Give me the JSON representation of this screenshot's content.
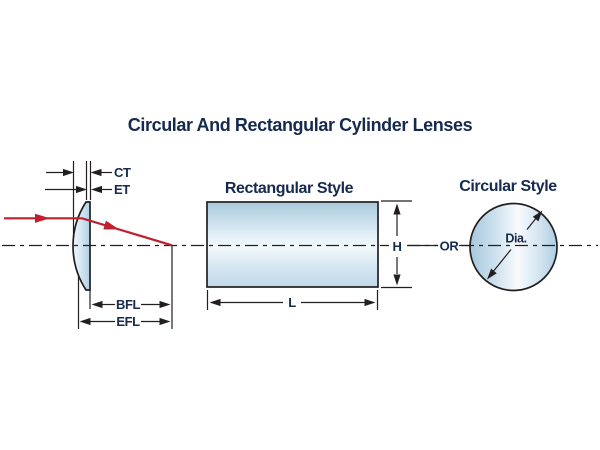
{
  "title": "Circular And Rectangular Cylinder Lenses",
  "colors": {
    "text_navy": "#152a4e",
    "line_black": "#231f20",
    "ray_red": "#c0202e",
    "glass_edge_blue": "#a9c9dd",
    "glass_highlight": "#f6fafd",
    "background": "#ffffff"
  },
  "side_view": {
    "center_thickness": "CT",
    "edge_thickness": "ET",
    "back_focal_length": "BFL",
    "effective_focal_length": "EFL"
  },
  "rectangular": {
    "heading": "Rectangular Style",
    "height": "H",
    "length": "L"
  },
  "separator": "OR",
  "circular": {
    "heading": "Circular Style",
    "diameter": "Dia."
  }
}
